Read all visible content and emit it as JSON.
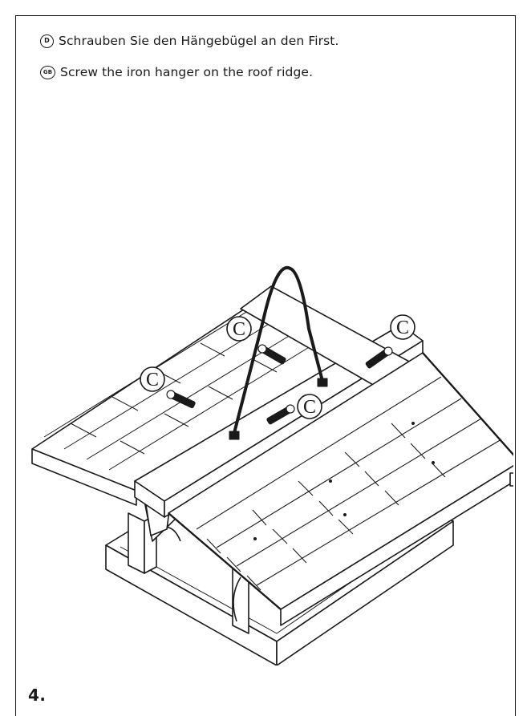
{
  "instructions": {
    "de": {
      "badge": "D",
      "text": "Schrauben Sie den Hängebügel an den First."
    },
    "gb": {
      "badge": "GB",
      "text": "Screw the iron hanger on the roof ridge."
    }
  },
  "illustration": {
    "callout_label": "C"
  },
  "step": {
    "number": "4."
  }
}
